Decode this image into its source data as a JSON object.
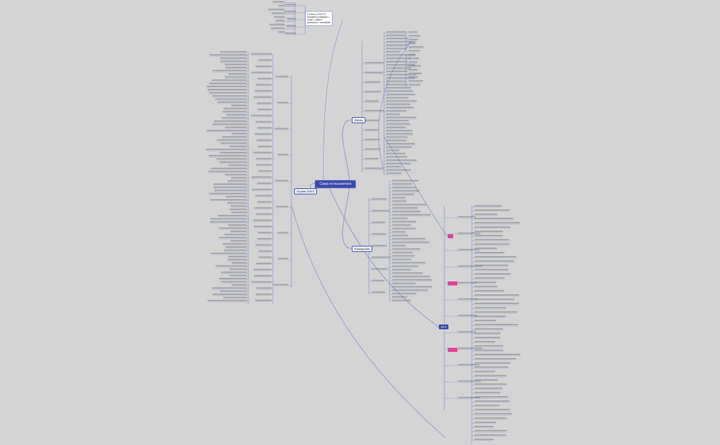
{
  "central": {
    "label": "Corps et mouvement",
    "color": "#3949ab"
  },
  "branches": {
    "eleves": {
      "label": "Elèves"
    },
    "enseignants": {
      "label": "Enseignants"
    },
    "societe": {
      "label": "Société SSES"
    },
    "aps": {
      "label": "APS"
    }
  },
  "callout": {
    "text": "Ce livre (COCOT) : domaines politiques / corps / culture / personnes / sensibilité"
  },
  "colors": {
    "link": "#7986cb",
    "accent": "#e0409a",
    "background": "#d4d4d4"
  }
}
